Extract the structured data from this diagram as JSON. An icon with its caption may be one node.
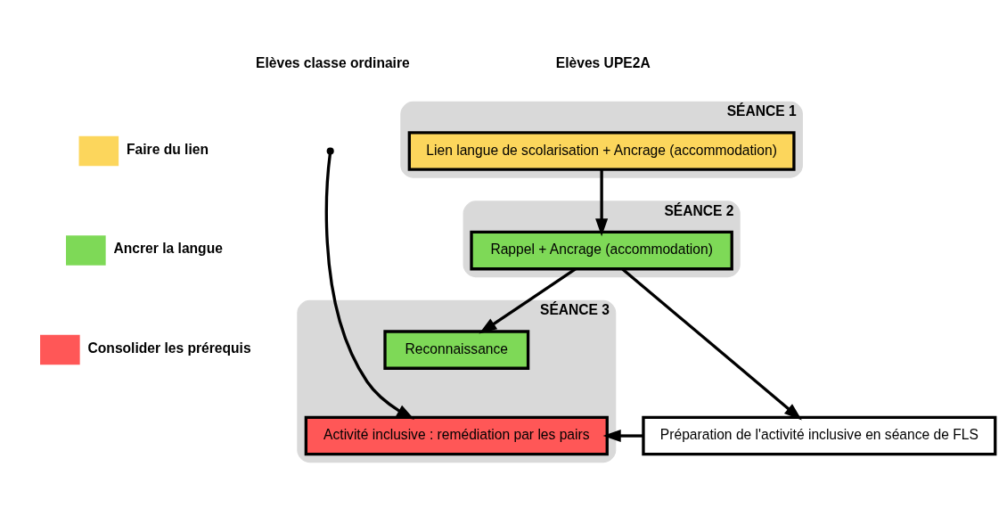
{
  "diagram": {
    "nodes": [
      {
        "text": [
          "SÉANCE 1"
        ]
      },
      {
        "text": [
          "Lien langue de scolarisation + Ancrage (accommodation)"
        ],
        "in": 0
      },
      {
        "text": [
          "SÉANCE 2"
        ]
      },
      {
        "text": [
          "Rappel + Ancrage (accommodation)"
        ],
        "in": 2
      },
      {
        "text": [
          "SÉANCE 3"
        ]
      },
      {
        "text": [
          "Reconnaissance"
        ],
        "in": 4
      },
      {
        "text": [
          "Activité inclusive : remédiation par les pairs"
        ],
        "in": 4
      },
      {
        "text": [
          "Préparation de l'activité inclusive en séance de FLS"
        ]
      }
    ],
    "edges": [
      {
        "from": 1,
        "to": 3,
        "arrow": "to"
      },
      {
        "from": 3,
        "to": 5,
        "arrow": "to"
      },
      {
        "from": 3,
        "to": 7,
        "arrow": "to"
      },
      {
        "from": 7,
        "to": 6,
        "arrow": "to"
      },
      {
        "from": null,
        "to": 6,
        "arrow": "to"
      }
    ],
    "labels": [
      "Elèves UPE2A",
      "Elèves classe ordinaire"
    ],
    "legend": [
      {
        "text": "Faire du lien",
        "color": "#fcd65c"
      },
      {
        "text": "Ancrer la langue",
        "color": "#7ed957"
      },
      {
        "text": "Consolider les prérequis",
        "color": "#ff5757"
      }
    ]
  }
}
